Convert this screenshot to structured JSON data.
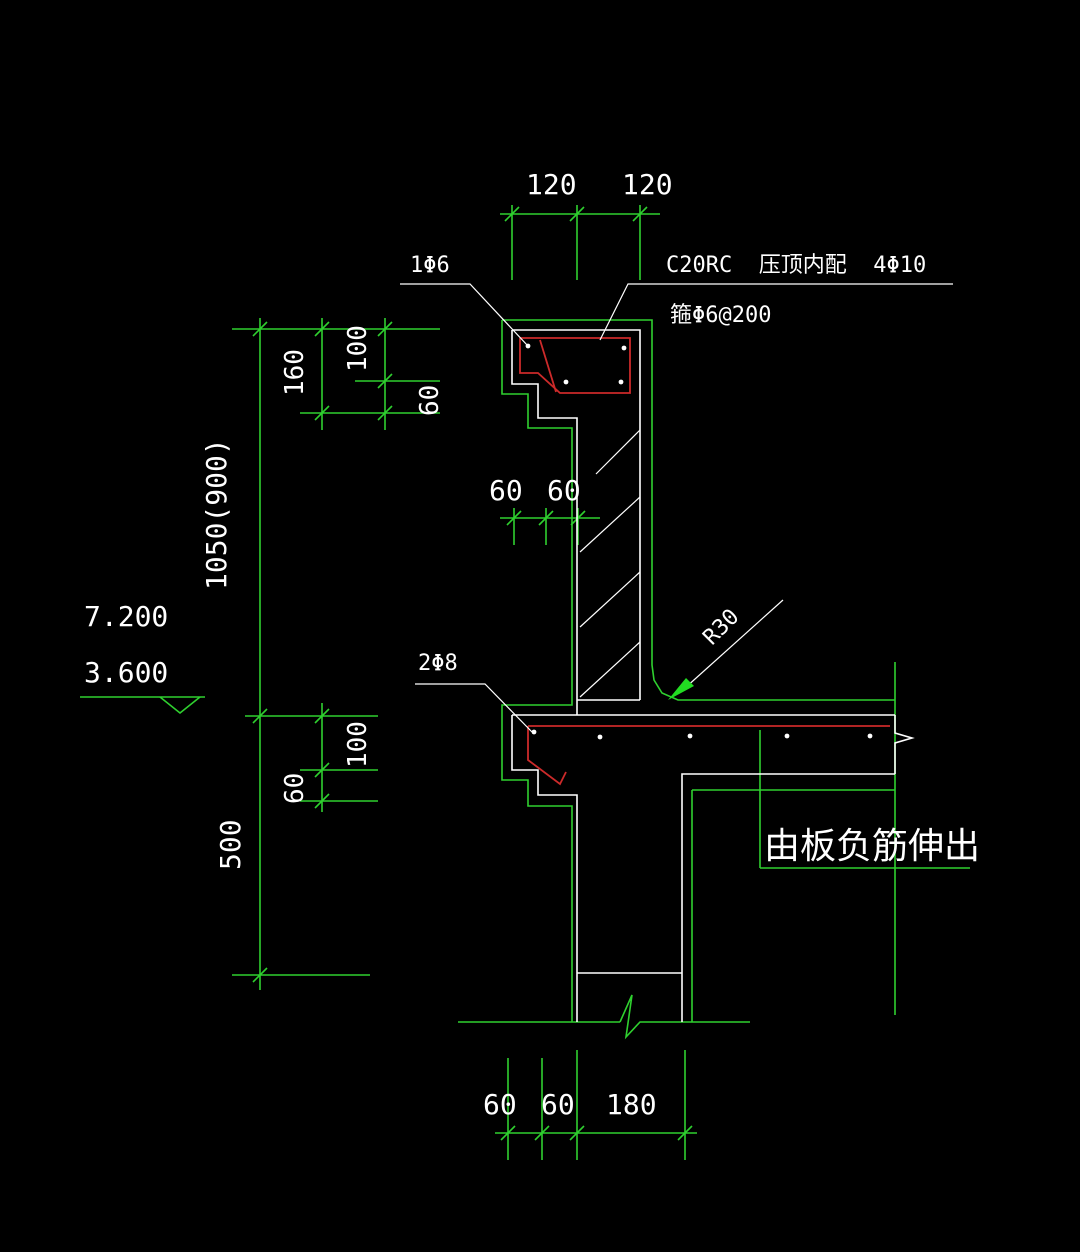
{
  "drawing": {
    "top_dims": [
      "120",
      "120"
    ],
    "left_dims_top": {
      "d160": "160",
      "d100": "100",
      "d60": "60"
    },
    "wall_dims": [
      "60",
      "60"
    ],
    "total_height": "1050(900)",
    "elevations": [
      "7.200",
      "3.600"
    ],
    "lower_dims": {
      "d100": "100",
      "d60": "60",
      "d500": "500"
    },
    "bottom_dims": [
      "60",
      "60",
      "180"
    ],
    "callouts": {
      "coping_rebar": "1Φ6",
      "coping_spec": "C20RC  压顶内配  4Φ10",
      "stirrup": "箍Φ6@200",
      "beam_rebar": "2Φ8",
      "radius": "R30",
      "slab_note": "由板负筋伸出"
    },
    "colors": {
      "background": "#000000",
      "dimension": "#2fd02f",
      "outline": "#ffffff",
      "rebar": "#cc2a2a",
      "arrow": "#22dd22"
    }
  }
}
